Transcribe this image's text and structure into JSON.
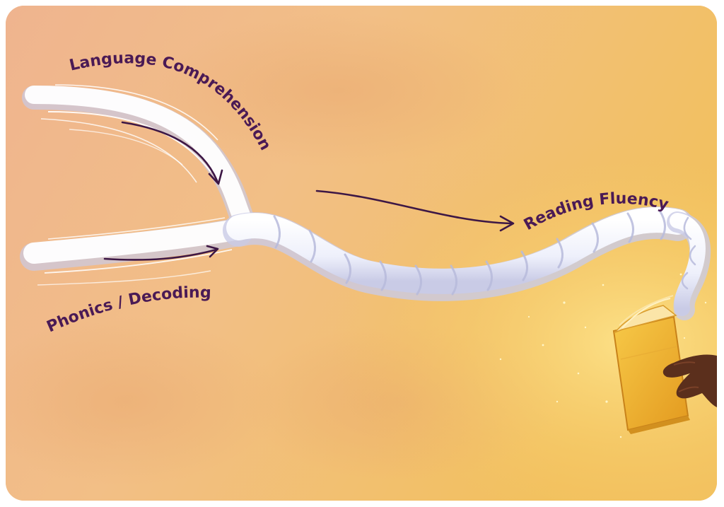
{
  "labels": {
    "language": "Language Comprehension",
    "phonics": "Phonics / Decoding",
    "fluency": "Reading Fluency"
  },
  "colors": {
    "label": "#4a1a55",
    "strand": "#ffffff",
    "strand_shadow": "#c9cbe6",
    "arrow": "#3d1745",
    "book": "#f2b631",
    "hand": "#5b2f1c",
    "background_warm": "#f0b866",
    "background_pink": "#efb48f"
  },
  "icons": {
    "book": "open-book-icon",
    "hand": "hand-icon"
  }
}
